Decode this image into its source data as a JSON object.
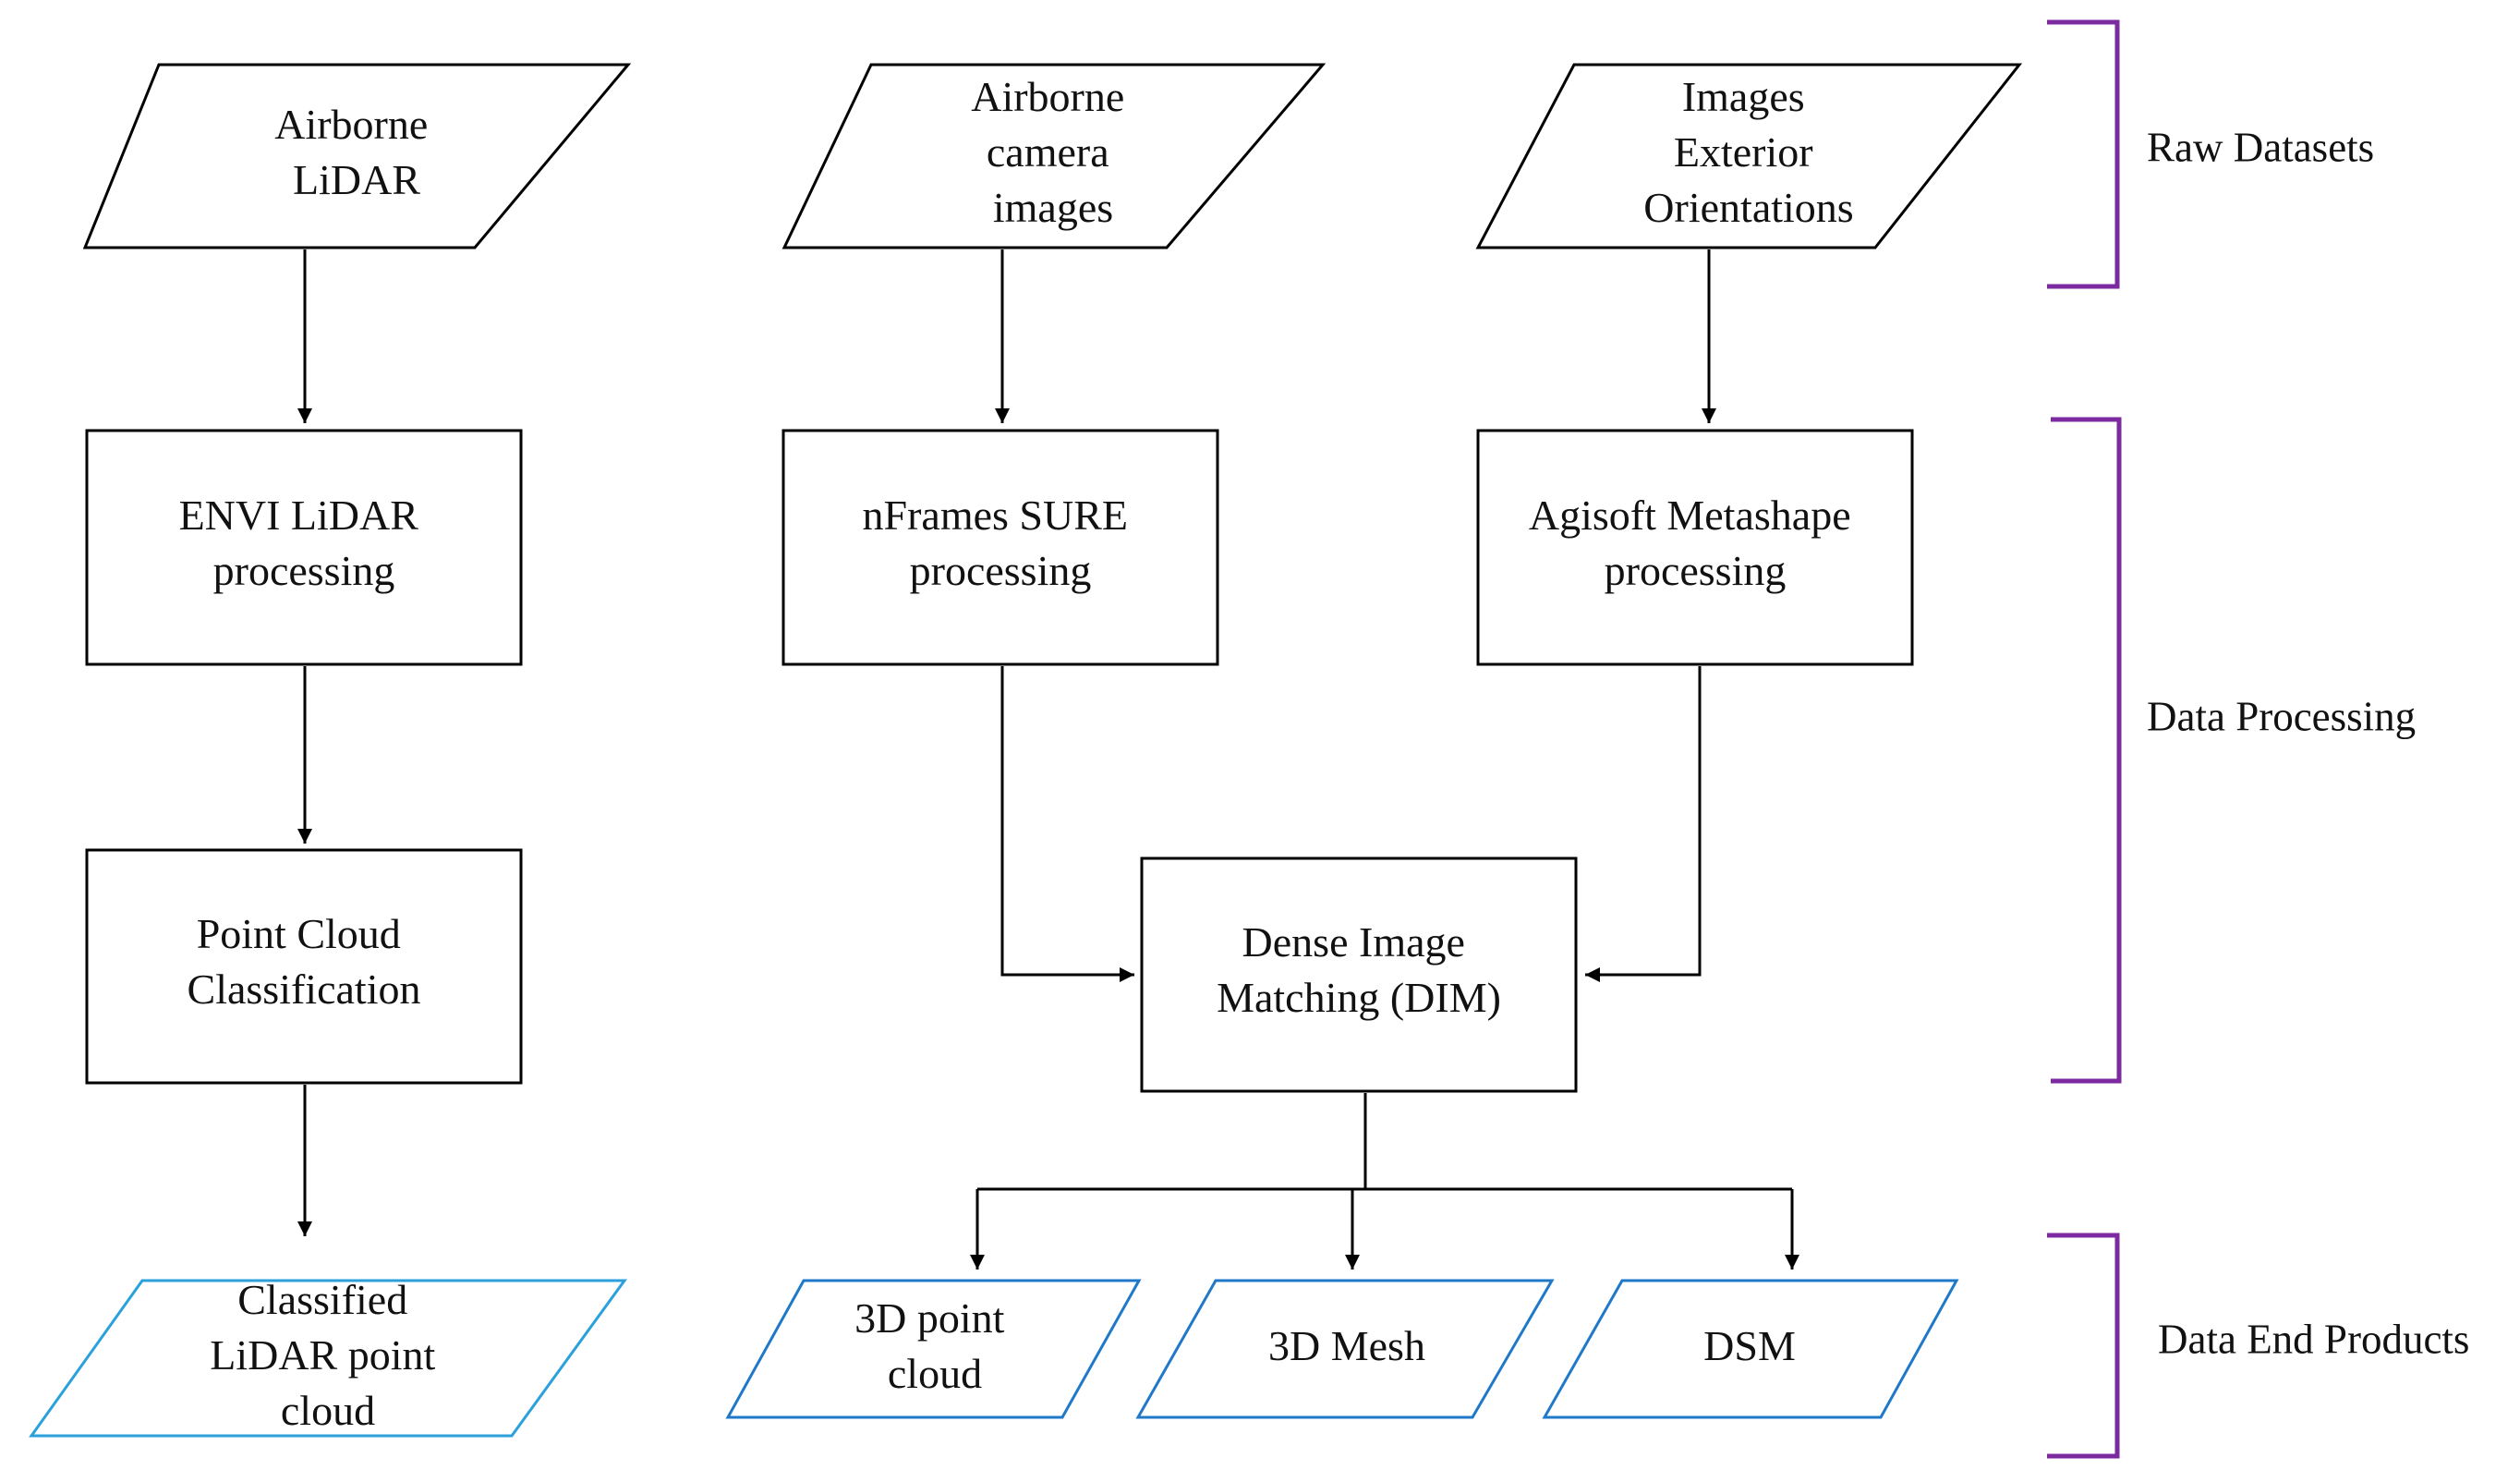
{
  "colors": {
    "line": "#000000",
    "outline_default": "#000000",
    "outline_end_product": "#1f78c8",
    "outline_end_product_light": "#2aa0dc",
    "bracket": "#7b2a9f"
  },
  "nodes": {
    "airborne_lidar": {
      "lines": [
        "Airborne",
        "LiDAR"
      ]
    },
    "airborne_camera_images": {
      "lines": [
        "Airborne",
        "camera",
        "images"
      ]
    },
    "images_exterior_orientations": {
      "lines": [
        "Images",
        "Exterior",
        "Orientations"
      ]
    },
    "envi_lidar_processing": {
      "lines": [
        "ENVI LiDAR",
        "processing"
      ]
    },
    "nframes_sure_processing": {
      "lines": [
        "nFrames SURE",
        "processing"
      ]
    },
    "agisoft_metashape_processing": {
      "lines": [
        "Agisoft Metashape",
        "processing"
      ]
    },
    "point_cloud_classification": {
      "lines": [
        "Point Cloud",
        "Classification"
      ]
    },
    "dense_image_matching": {
      "lines": [
        "Dense Image",
        "Matching (DIM)"
      ]
    },
    "classified_lidar_point_cloud": {
      "lines": [
        "Classified",
        "LiDAR point",
        "cloud"
      ]
    },
    "three_d_point_cloud": {
      "lines": [
        "3D point",
        "cloud"
      ]
    },
    "three_d_mesh": {
      "lines": [
        "3D Mesh"
      ]
    },
    "dsm": {
      "lines": [
        "DSM"
      ]
    }
  },
  "stages": {
    "raw_datasets": "Raw Datasets",
    "data_processing": "Data Processing",
    "data_end_products": "Data End Products"
  }
}
